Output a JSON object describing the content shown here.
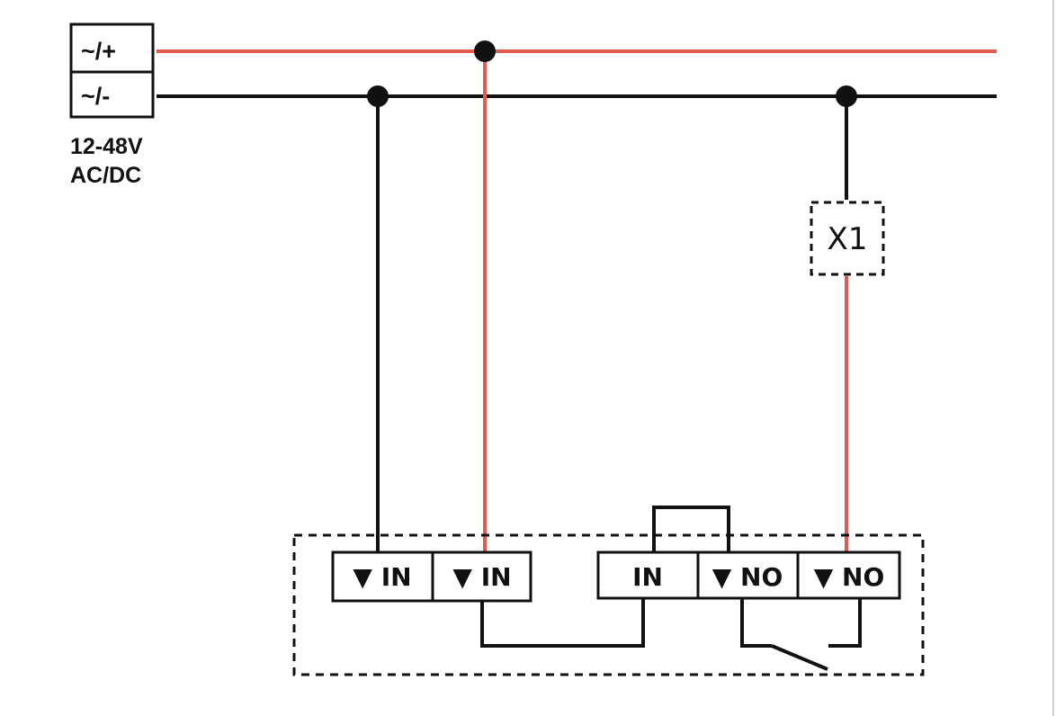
{
  "supply": {
    "terminal_plus": "~/+",
    "terminal_minus": "~/-",
    "voltage": "12-48V",
    "type": "AC/DC"
  },
  "load": {
    "label": "X1"
  },
  "module": {
    "terminals": [
      "▼ IN",
      "▼ IN",
      "IN",
      "▼ NO",
      "▼ NO"
    ]
  },
  "colors": {
    "positive_wire": "#e05a4f",
    "negative_wire": "#111111"
  }
}
